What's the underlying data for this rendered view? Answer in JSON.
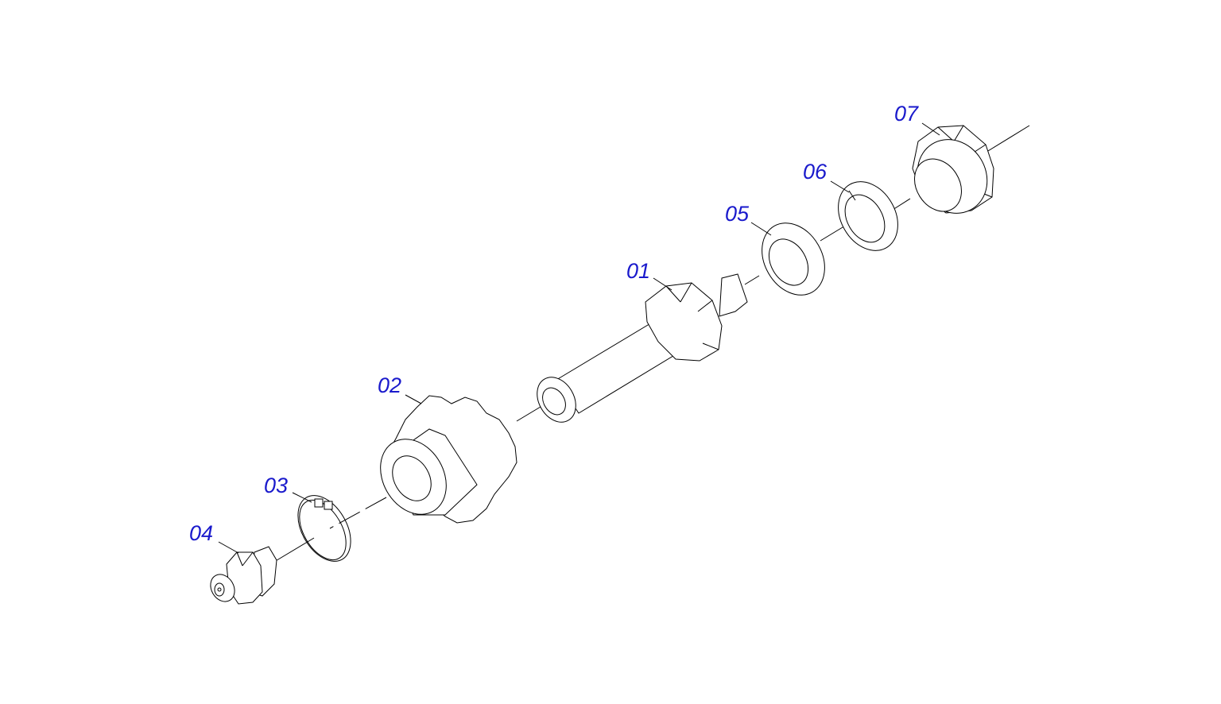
{
  "colors": {
    "callout_text": "#1a1acc",
    "line": "#000000",
    "background": "#ffffff"
  },
  "callouts": [
    {
      "id": "01",
      "label": "01",
      "part": "shaft-with-hex-collar"
    },
    {
      "id": "02",
      "label": "02",
      "part": "sprocket"
    },
    {
      "id": "03",
      "label": "03",
      "part": "retaining-ring"
    },
    {
      "id": "04",
      "label": "04",
      "part": "grease-nipple"
    },
    {
      "id": "05",
      "label": "05",
      "part": "flat-washer"
    },
    {
      "id": "06",
      "label": "06",
      "part": "split-lock-washer"
    },
    {
      "id": "07",
      "label": "07",
      "part": "hex-nut"
    }
  ]
}
